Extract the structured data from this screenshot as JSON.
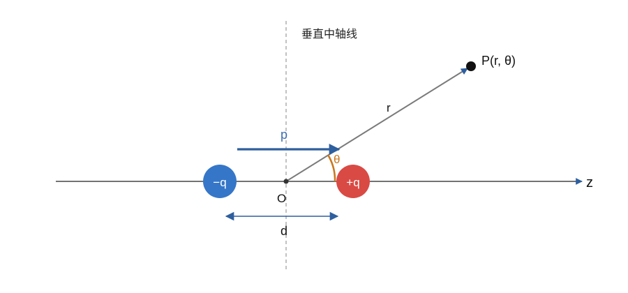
{
  "diagram": {
    "axis_label": "z",
    "perpendicular_axis_label": "垂直中轴线",
    "origin_label": "O",
    "negative_charge": "−q",
    "positive_charge": "+q",
    "dipole_moment_label": "p",
    "distance_label": "d",
    "radius_label": "r",
    "angle_label": "θ",
    "point_label": "P(r, θ)"
  },
  "colors": {
    "axis": "#444444",
    "axis_arrow": "#2e5f9e",
    "dashed_line": "#9a9a9a",
    "negative_charge": "#3576c8",
    "positive_charge": "#d94a44",
    "dipole_arrow": "#2e5f9e",
    "dipole_label": "#3d6db0",
    "radius_line": "#7a7a7a",
    "angle_arc": "#c9781e",
    "point": "#111111"
  }
}
